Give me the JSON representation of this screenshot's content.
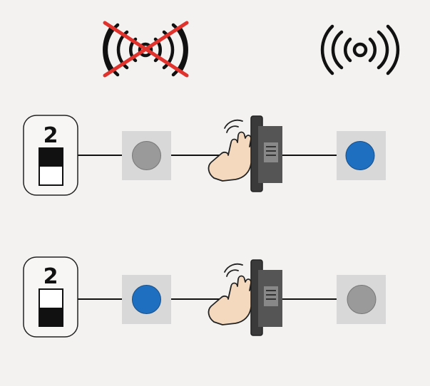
{
  "legend": {
    "no_signal_icon": "signal-waves-crossed-out",
    "signal_icon": "signal-waves"
  },
  "rows": [
    {
      "switch_number": "2",
      "switch_state": "top-filled",
      "left_indicator": "off",
      "right_indicator": "on"
    },
    {
      "switch_number": "2",
      "switch_state": "bottom-filled",
      "left_indicator": "on",
      "right_indicator": "off"
    }
  ],
  "colors": {
    "background": "#f3f2f0",
    "indicator_on": "#1f6fc0",
    "indicator_off": "#9a9a9a",
    "indicator_tile": "#d8d8d8",
    "cross": "#e0332e",
    "hand_fill": "#f4d9bf",
    "line": "#111111"
  }
}
